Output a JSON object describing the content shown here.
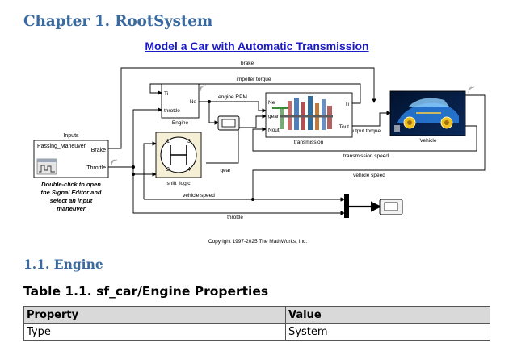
{
  "chapter": {
    "title": "Chapter 1. RootSystem"
  },
  "model": {
    "title": "Model a Car with Automatic Transmission",
    "copyright": "Copyright 1997-2025 The MathWorks, Inc.",
    "blocks": {
      "inputs": {
        "heading": "Inputs",
        "name": "Passing_Maneuver",
        "port_brake": "Brake",
        "port_throttle": "Throttle",
        "note_line1": "Double-click to open",
        "note_line2": "the Signal Editor and",
        "note_line3": "select an input",
        "note_line4": "maneuver"
      },
      "engine": {
        "label": "Engine",
        "port_ti": "Ti",
        "port_throttle": "throttle",
        "port_ne": "Ne"
      },
      "shift_logic": {
        "label": "shift_logic",
        "gears": [
          "1",
          "2",
          "3",
          "4"
        ]
      },
      "transmission": {
        "label": "transmission",
        "port_ne": "Ne",
        "port_gear": "gear",
        "port_nout": "Nout",
        "port_ti": "Ti",
        "port_tout": "Tout"
      },
      "vehicle": {
        "label": "Vehicle"
      }
    },
    "signals": {
      "brake": "brake",
      "impeller_torque": "impeller torque",
      "engine_rpm": "engine RPM",
      "gear": "gear",
      "output_torque": "output torque",
      "transmission_speed": "transmission speed",
      "vehicle_speed_top": "vehicle speed",
      "vehicle_speed_bottom": "vehicle speed",
      "throttle": "throttle"
    },
    "colors": {
      "title_blue": "#1a1ac8",
      "wire": "#000000",
      "block_fill": "#ffffff",
      "shift_logic_fill": "#f5efd6",
      "heading_blue": "#3b6aa0"
    }
  },
  "section": {
    "title": "1.1. Engine"
  },
  "table": {
    "caption": "Table 1.1. sf_car/Engine Properties",
    "headers": [
      "Property",
      "Value"
    ],
    "rows": [
      [
        "Type",
        "System"
      ]
    ]
  }
}
